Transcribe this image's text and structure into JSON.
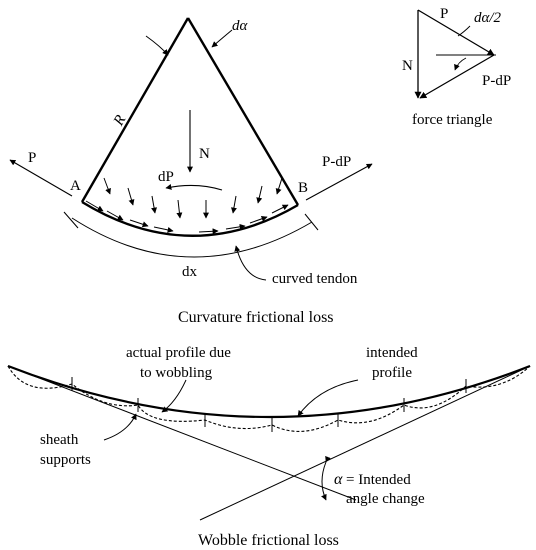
{
  "curvature_diagram": {
    "angle_label": "dα",
    "radius_label": "R",
    "normal_force_label": "N",
    "friction_label": "dP",
    "left_force_label": "P",
    "right_force_label": "P-dP",
    "left_point_label": "A",
    "right_point_label": "B",
    "length_label": "dx",
    "tendon_label": "curved tendon",
    "caption": "Curvature frictional loss"
  },
  "force_triangle": {
    "p_label": "P",
    "half_angle_label": "dα/2",
    "n_label": "N",
    "p_minus_dp_label": "P-dP",
    "caption": "force triangle"
  },
  "wobble_diagram": {
    "actual_profile_label": [
      "actual profile due",
      "to wobbling"
    ],
    "intended_profile_label": [
      "intended",
      "profile"
    ],
    "sheath_supports_label": [
      "sheath",
      "supports"
    ],
    "alpha_symbol": "α",
    "angle_change_label": [
      "= Intended",
      "angle change"
    ],
    "caption": "Wobble frictional loss"
  }
}
